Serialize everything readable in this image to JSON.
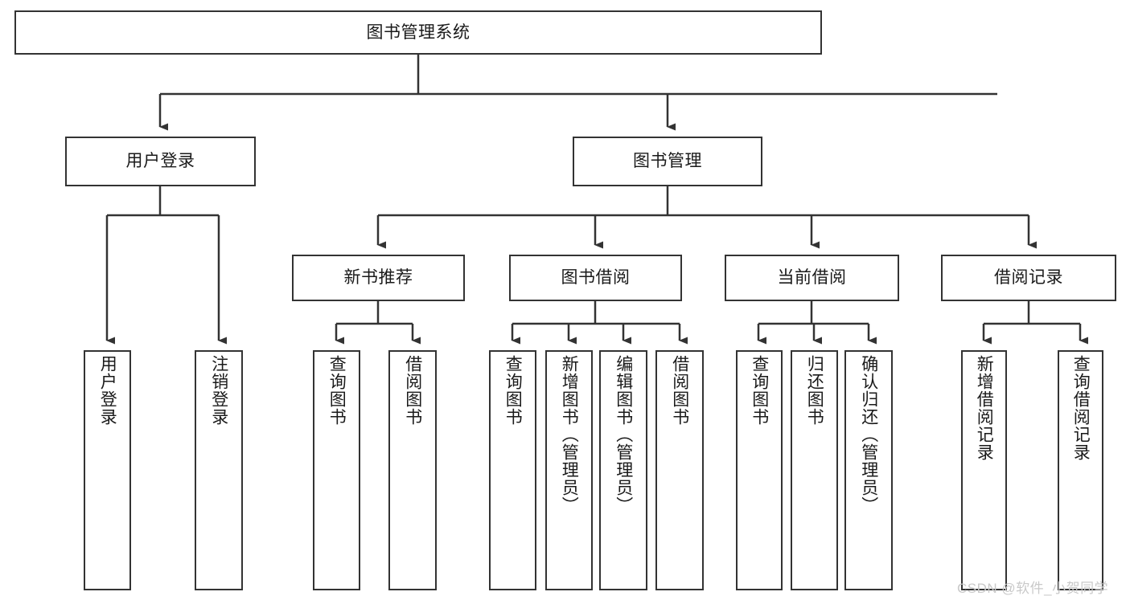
{
  "diagram": {
    "title": "图书管理系统",
    "type": "tree-hierarchy-chart",
    "line_color": "#333333",
    "box_fill": "#ffffff",
    "text_color": "#1a1a1a"
  },
  "root": {
    "label": "图书管理系统"
  },
  "level2": [
    {
      "label": "用户登录"
    },
    {
      "label": "图书管理"
    }
  ],
  "level3": [
    {
      "label": "新书推荐"
    },
    {
      "label": "图书借阅"
    },
    {
      "label": "当前借阅"
    },
    {
      "label": "借阅记录"
    }
  ],
  "leaves": {
    "user_login": [
      {
        "label": "用户登录"
      },
      {
        "label": "注销登录"
      }
    ],
    "new_book_recommend": [
      {
        "label": "查询图书"
      },
      {
        "label": "借阅图书"
      }
    ],
    "book_borrow": [
      {
        "label": "查询图书"
      },
      {
        "label": "新增图书（管理员）"
      },
      {
        "label": "编辑图书（管理员）"
      },
      {
        "label": "借阅图书"
      }
    ],
    "current_borrow": [
      {
        "label": "查询图书"
      },
      {
        "label": "归还图书"
      },
      {
        "label": "确认归还（管理员）"
      }
    ],
    "borrow_record": [
      {
        "label": "新增借阅记录"
      },
      {
        "label": "查询借阅记录"
      }
    ]
  },
  "watermark": {
    "text": "CSDN @软件_小贺同学"
  }
}
